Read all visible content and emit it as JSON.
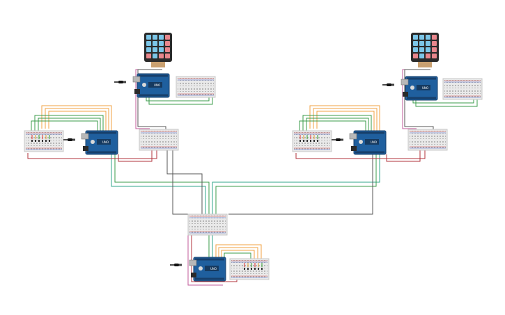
{
  "canvas": {
    "background": "#ffffff"
  },
  "colors": {
    "arduino_board": "#1f5f9e",
    "arduino_dark": "#173f6b",
    "breadboard": "#e9e9e9",
    "breadboard_border": "#c7c7c7",
    "keypad_body": "#2b2b2b",
    "keypad_key_blue": "#7cc6e8",
    "keypad_key_red": "#e8868c",
    "wire_green": "#3a9b4a",
    "wire_teal": "#2fa58a",
    "wire_red": "#b0303a",
    "wire_orange": "#f0a040",
    "wire_gray": "#555555",
    "wire_pink": "#c25a9a",
    "wire_black": "#222222"
  },
  "components": {
    "keypads": [
      {
        "name": "keypad-left",
        "icon": "keypad-icon"
      },
      {
        "name": "keypad-right",
        "icon": "keypad-icon"
      }
    ],
    "arduinos": [
      {
        "name": "arduino-top-left",
        "icon": "arduino-uno-icon"
      },
      {
        "name": "arduino-mid-left",
        "icon": "arduino-uno-icon"
      },
      {
        "name": "arduino-top-right",
        "icon": "arduino-uno-icon"
      },
      {
        "name": "arduino-mid-right",
        "icon": "arduino-uno-icon"
      },
      {
        "name": "arduino-bottom",
        "icon": "arduino-uno-icon"
      }
    ],
    "breadboards": [
      {
        "name": "breadboard-top-left",
        "icon": "breadboard-icon"
      },
      {
        "name": "breadboard-left-leds",
        "icon": "breadboard-icon"
      },
      {
        "name": "breadboard-left-center",
        "icon": "breadboard-icon"
      },
      {
        "name": "breadboard-top-right",
        "icon": "breadboard-icon"
      },
      {
        "name": "breadboard-right-leds",
        "icon": "breadboard-icon"
      },
      {
        "name": "breadboard-right-center",
        "icon": "breadboard-icon"
      },
      {
        "name": "breadboard-hub",
        "icon": "breadboard-icon"
      },
      {
        "name": "breadboard-bottom-leds",
        "icon": "breadboard-icon"
      }
    ],
    "power_plugs": [
      {
        "name": "power-plug-top-left",
        "icon": "usb-plug-icon"
      },
      {
        "name": "power-plug-mid-left",
        "icon": "usb-plug-icon"
      },
      {
        "name": "power-plug-top-right",
        "icon": "usb-plug-icon"
      },
      {
        "name": "power-plug-mid-right",
        "icon": "usb-plug-icon"
      },
      {
        "name": "power-plug-bottom",
        "icon": "usb-plug-icon"
      }
    ]
  }
}
